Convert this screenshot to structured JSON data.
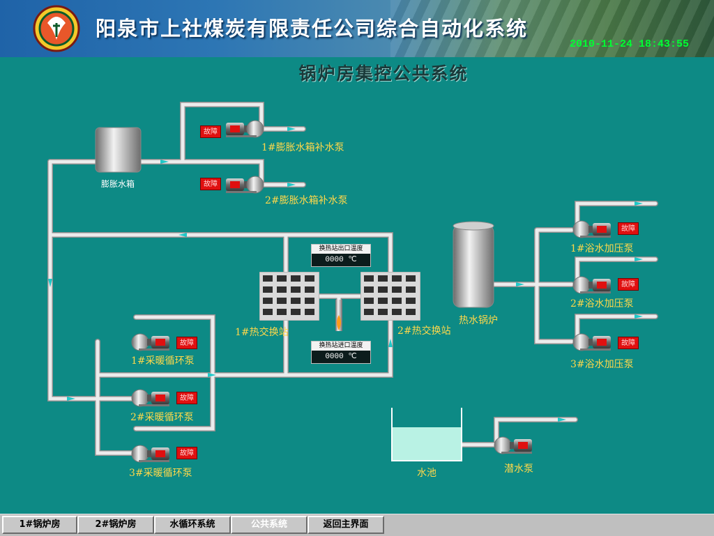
{
  "header": {
    "company_title": "阳泉市上社煤炭有限责任公司综合自动化系统",
    "datetime": "2010-11-24 18:43:55"
  },
  "page_title": "锅炉房集控公共系统",
  "labels": {
    "expansion_tank": "膨胀水箱",
    "makeup_pump_1": "1#膨胀水箱补水泵",
    "makeup_pump_2": "2#膨胀水箱补水泵",
    "heat_exchanger_1": "1#热交换站",
    "heat_exchanger_2": "2#热交换站",
    "circ_pump_1": "1#采暖循环泵",
    "circ_pump_2": "2#采暖循环泵",
    "circ_pump_3": "3#采暖循环泵",
    "hot_water_boiler": "热水锅炉",
    "bath_pump_1": "1#浴水加压泵",
    "bath_pump_2": "2#浴水加压泵",
    "bath_pump_3": "3#浴水加压泵",
    "pool": "水池",
    "submersible_pump": "潜水泵"
  },
  "fault_label": "故障",
  "temperatures": {
    "outlet": {
      "title": "换热站出口温度",
      "value": "0000 ℃"
    },
    "inlet": {
      "title": "换热站进口温度",
      "value": "0000 ℃"
    }
  },
  "nav": {
    "items": [
      "1#锅炉房",
      "2#锅炉房",
      "水循环系统",
      "公共系统",
      "返回主界面"
    ],
    "active": "公共系统"
  },
  "colors": {
    "background": "#0d8a85",
    "pipe": "#d8d8d8",
    "fault": "#e01010",
    "flow_arrow": "#1fc8c8",
    "datetime": "#00ff33",
    "label": "#ffd84a",
    "water": "#b9f2e4"
  }
}
